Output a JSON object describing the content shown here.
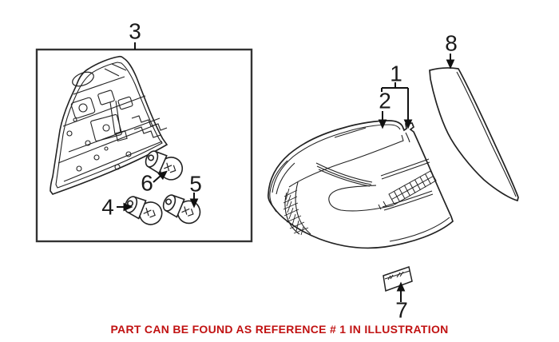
{
  "canvas": {
    "background_color": "#ffffff",
    "line_color": "#222222",
    "box_border_color": "#333333"
  },
  "caption": {
    "text": "PART CAN BE FOUND AS REFERENCE # 1 IN ILLUSTRATION",
    "color": "#c11212"
  },
  "callouts": {
    "c1": {
      "label": "1"
    },
    "c2": {
      "label": "2"
    },
    "c3": {
      "label": "3"
    },
    "c4": {
      "label": "4"
    },
    "c5": {
      "label": "5"
    },
    "c6": {
      "label": "6"
    },
    "c7": {
      "label": "7"
    },
    "c8": {
      "label": "8"
    }
  },
  "parts": {
    "p1": "tail-light-assembly",
    "p2": "tail-light-lens",
    "p3": "bulb-carrier-housing",
    "p4": "bulb-small",
    "p5": "bulb-dual-filament",
    "p6": "bulb-single-filament",
    "p7": "gasket-plate",
    "p8": "finisher-trim-blade"
  }
}
